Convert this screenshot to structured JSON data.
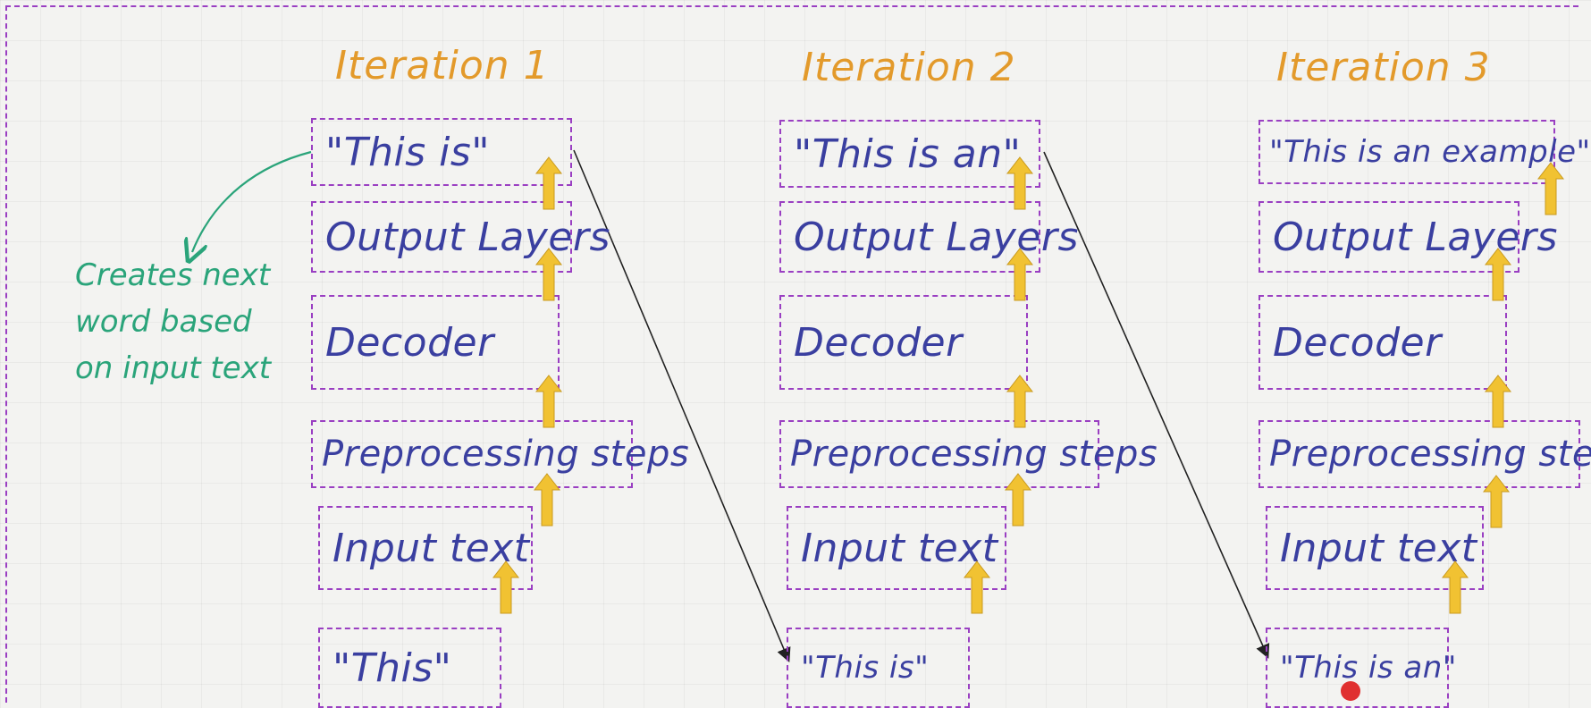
{
  "colors": {
    "title": "#e39a2b",
    "box_text": "#3a3fa0",
    "box_border": "#9a3fc2",
    "up_arrow": "#f1c232",
    "note": "#2aa47a",
    "connector": "#222222"
  },
  "columns": [
    {
      "title": "Iteration 1",
      "output": "\"This is\"",
      "output_layers": "Output Layers",
      "decoder": "Decoder",
      "preprocessing": "Preprocessing steps",
      "input_text": "Input text",
      "input": "\"This\""
    },
    {
      "title": "Iteration 2",
      "output": "\"This is an\"",
      "output_layers": "Output Layers",
      "decoder": "Decoder",
      "preprocessing": "Preprocessing steps",
      "input_text": "Input text",
      "input": "\"This is\""
    },
    {
      "title": "Iteration 3",
      "output": "\"This is an example\"",
      "output_layers": "Output Layers",
      "decoder": "Decoder",
      "preprocessing": "Preprocessing steps",
      "input_text": "Input text",
      "input": "\"This is an\""
    }
  ],
  "annotation": {
    "lines": [
      "Creates next",
      "word based",
      "on input text"
    ],
    "arrow_icon": "curved-arrow-icon"
  }
}
